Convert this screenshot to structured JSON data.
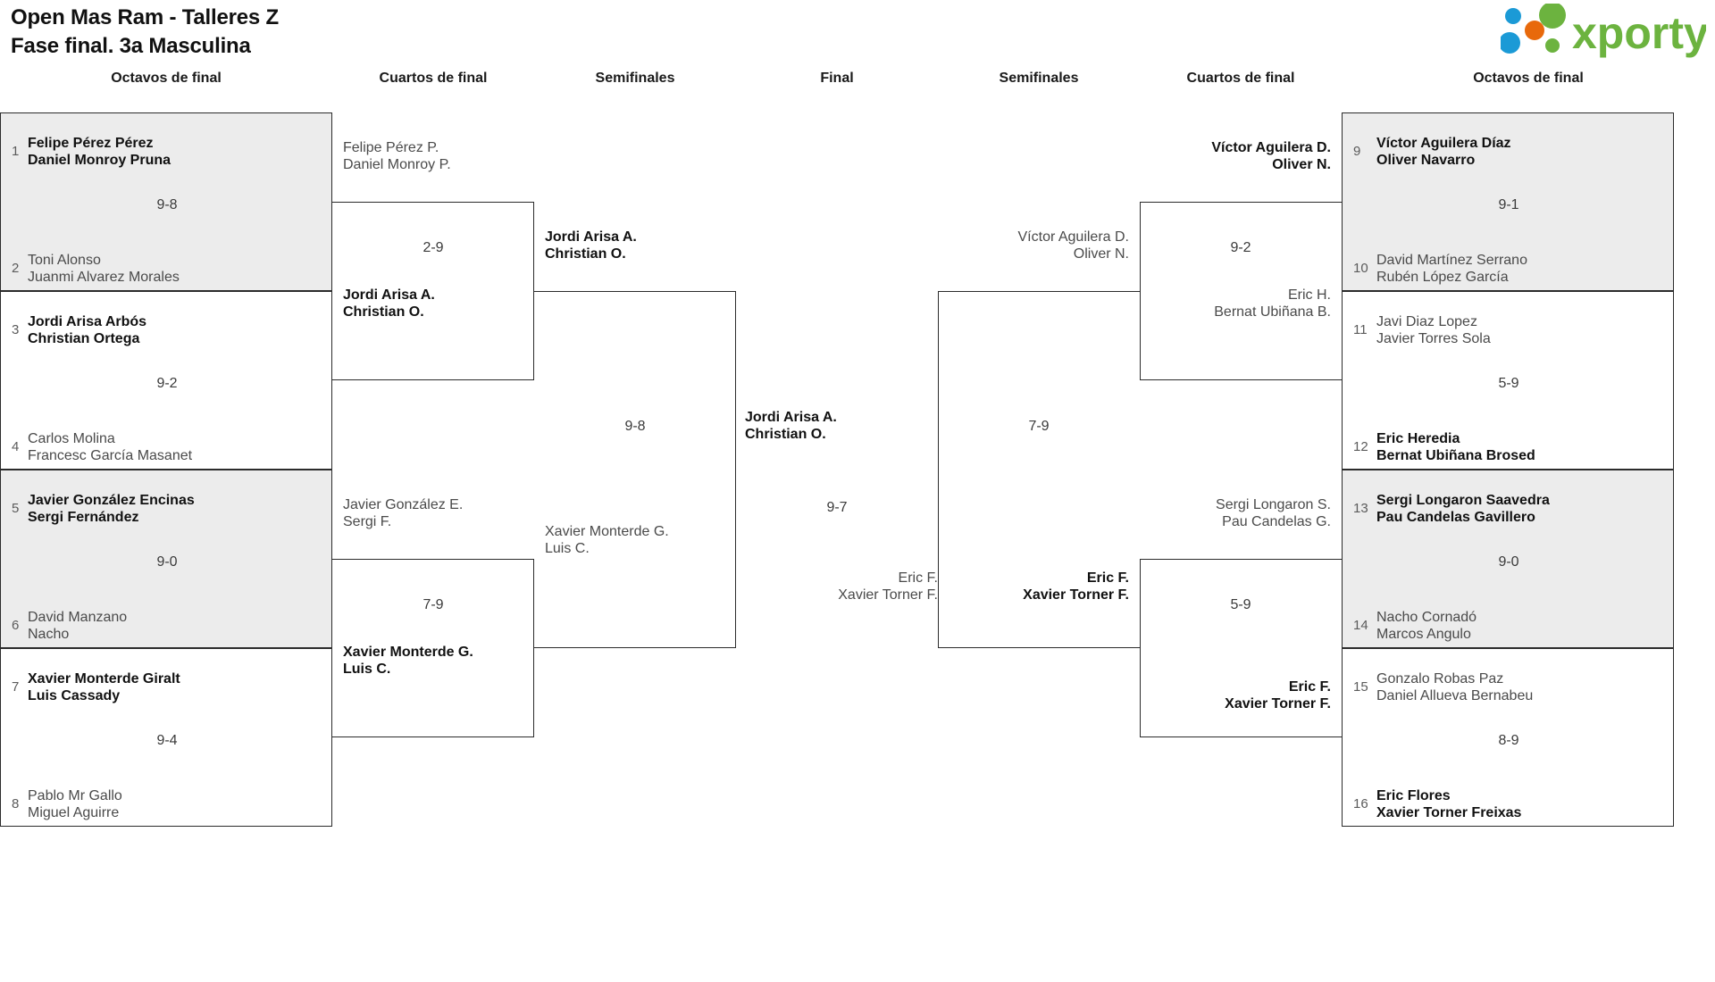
{
  "header": {
    "title_line1": "Open Mas Ram - Talleres Z",
    "title_line2": "Fase final. 3a Masculina",
    "logo_text": "xporty",
    "logo_colors": {
      "green": "#6cb33f",
      "blue": "#1b9ad6",
      "orange": "#e8690b"
    }
  },
  "round_labels": {
    "l_octavos": "Octavos de final",
    "l_cuartos": "Cuartos de final",
    "l_semis": "Semifinales",
    "final": "Final",
    "r_semis": "Semifinales",
    "r_cuartos": "Cuartos de final",
    "r_octavos": "Octavos de final"
  },
  "left_octavos": [
    {
      "seed": "1",
      "p1": "Felipe Pérez Pérez",
      "p2": "Daniel Monroy Pruna",
      "winner": true
    },
    {
      "seed": "2",
      "p1": "Toni Alonso",
      "p2": "Juanmi Alvarez Morales",
      "winner": false
    },
    {
      "seed": "3",
      "p1": "Jordi Arisa Arbós",
      "p2": "Christian Ortega",
      "winner": true
    },
    {
      "seed": "4",
      "p1": "Carlos Molina",
      "p2": "Francesc García Masanet",
      "winner": false
    },
    {
      "seed": "5",
      "p1": "Javier González Encinas",
      "p2": "Sergi Fernández",
      "winner": true
    },
    {
      "seed": "6",
      "p1": "David Manzano",
      "p2": "Nacho",
      "winner": false
    },
    {
      "seed": "7",
      "p1": "Xavier Monterde Giralt",
      "p2": "Luis Cassady",
      "winner": true
    },
    {
      "seed": "8",
      "p1": "Pablo Mr Gallo",
      "p2": "Miguel Aguirre",
      "winner": false
    }
  ],
  "left_octavos_scores": [
    "9-8",
    "9-2",
    "9-0",
    "9-4"
  ],
  "left_cuartos": [
    {
      "p1": "Felipe Pérez P.",
      "p2": "Daniel Monroy P.",
      "winner": false
    },
    {
      "p1": "Jordi Arisa A.",
      "p2": "Christian O.",
      "winner": true
    },
    {
      "p1": "Javier González E.",
      "p2": "Sergi F.",
      "winner": false
    },
    {
      "p1": "Xavier Monterde G.",
      "p2": "Luis C.",
      "winner": true
    }
  ],
  "left_cuartos_scores": [
    "2-9",
    "7-9"
  ],
  "left_semis": [
    {
      "p1": "Jordi Arisa A.",
      "p2": "Christian O.",
      "winner": true
    },
    {
      "p1": "Xavier Monterde G.",
      "p2": "Luis C.",
      "winner": false
    }
  ],
  "left_semis_scores": [
    "9-8"
  ],
  "final": {
    "left": {
      "p1": "Jordi Arisa A.",
      "p2": "Christian O.",
      "winner": true
    },
    "right": {
      "p1": "Eric F.",
      "p2": "Xavier Torner F.",
      "winner": false
    },
    "score": "9-7"
  },
  "right_semis": [
    {
      "p1": "Víctor Aguilera D.",
      "p2": "Oliver N.",
      "winner": false
    },
    {
      "p1": "Eric F.",
      "p2": "Xavier Torner F.",
      "winner": true
    }
  ],
  "right_semis_scores": [
    "7-9"
  ],
  "right_cuartos": [
    {
      "p1": "Víctor Aguilera D.",
      "p2": "Oliver N.",
      "winner": true
    },
    {
      "p1": "Eric H.",
      "p2": "Bernat Ubiñana B.",
      "winner": false
    },
    {
      "p1": "Sergi Longaron S.",
      "p2": "Pau Candelas G.",
      "winner": false
    },
    {
      "p1": "Eric F.",
      "p2": "Xavier Torner F.",
      "winner": true
    }
  ],
  "right_cuartos_scores": [
    "9-2",
    "5-9"
  ],
  "right_octavos": [
    {
      "seed": "9",
      "p1": "Víctor Aguilera Díaz",
      "p2": "Oliver Navarro",
      "winner": true
    },
    {
      "seed": "10",
      "p1": "David Martínez Serrano",
      "p2": "Rubén López García",
      "winner": false
    },
    {
      "seed": "11",
      "p1": "Javi Diaz Lopez",
      "p2": "Javier Torres Sola",
      "winner": false
    },
    {
      "seed": "12",
      "p1": "Eric Heredia",
      "p2": "Bernat Ubiñana Brosed",
      "winner": true
    },
    {
      "seed": "13",
      "p1": "Sergi Longaron Saavedra",
      "p2": "Pau Candelas Gavillero",
      "winner": true
    },
    {
      "seed": "14",
      "p1": "Nacho Cornadó",
      "p2": "Marcos Angulo",
      "winner": false
    },
    {
      "seed": "15",
      "p1": "Gonzalo Robas Paz",
      "p2": "Daniel Allueva Bernabeu",
      "winner": false
    },
    {
      "seed": "16",
      "p1": "Eric Flores",
      "p2": "Xavier Torner Freixas",
      "winner": true
    }
  ],
  "right_octavos_scores": [
    "9-1",
    "5-9",
    "9-0",
    "8-9"
  ]
}
